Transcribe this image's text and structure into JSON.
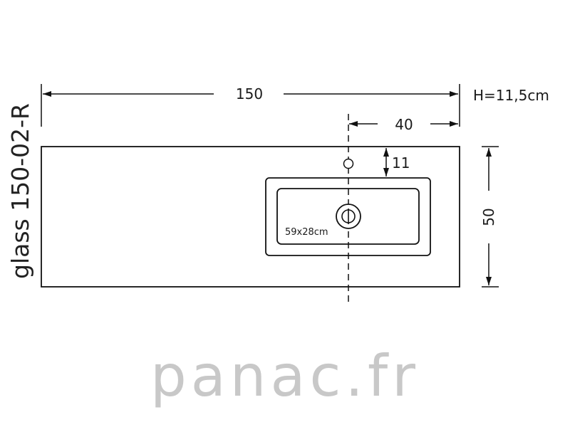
{
  "product": {
    "model": "glass 150-02-R"
  },
  "dimensions": {
    "width": "150",
    "height_note": "H=11,5cm",
    "offset": "40",
    "depth": "50",
    "hole_offset": "11",
    "bowl": "59x28cm"
  },
  "logo": {
    "text": "panac.fr"
  }
}
